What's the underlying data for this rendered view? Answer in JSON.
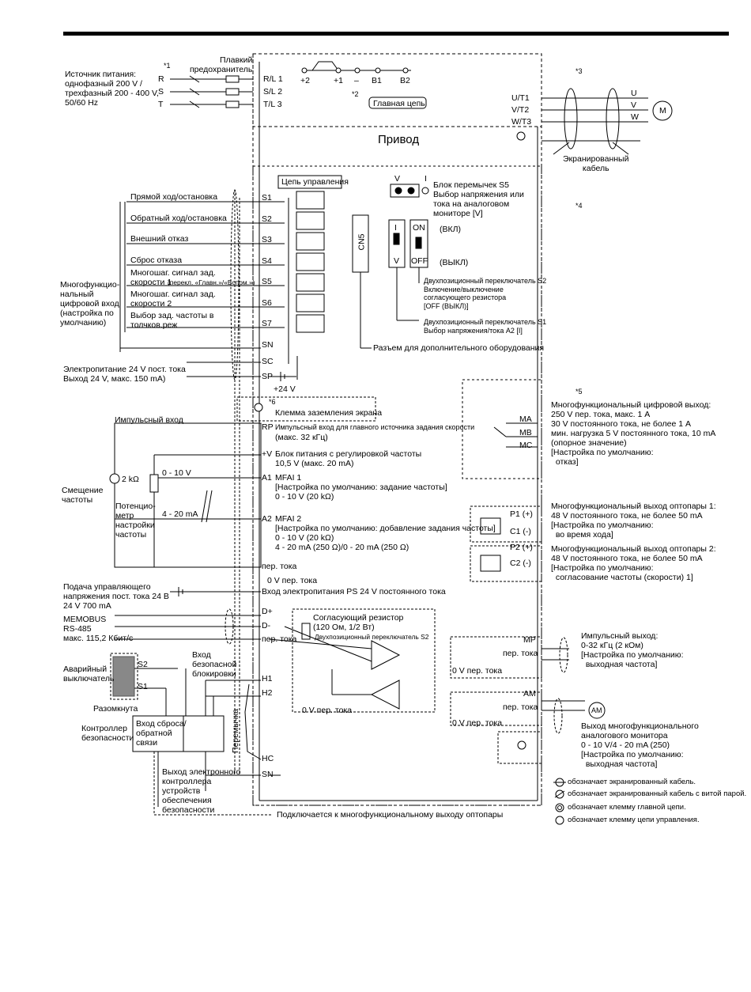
{
  "power": {
    "source_label": "Источник питания:\nоднофазный 200 V /\nтрехфазный 200 - 400 V,\n50/60 Hz",
    "note1": "*1",
    "phases": [
      "R",
      "S",
      "T"
    ],
    "fuse_label": "Плавкий\nпредохранитель",
    "inputs": [
      "R/L 1",
      "S/L 2",
      "T/L 3"
    ],
    "dc_terminals": [
      "+2",
      "+1",
      "–",
      "B1",
      "B2"
    ],
    "note2": "*2",
    "main_circuit": "Главная цепь",
    "note3": "*3",
    "outputs": [
      "U/T1",
      "V/T2",
      "W/T3"
    ],
    "motor_phases": [
      "U",
      "V",
      "W"
    ],
    "motor": "M",
    "shielded_cable": "Экранированный\nкабель"
  },
  "drive_title": "Привод",
  "control": {
    "title": "Цепь управления",
    "note4": "*4",
    "s5_labels": [
      "V",
      "I"
    ],
    "s5_desc": "Блок перемычек S5\nВыбор напряжения или\nтока на аналоговом\nмониторе [V]",
    "cn5": "CN5",
    "sw1_labels": [
      "I",
      "V"
    ],
    "sw2_labels": [
      "ON",
      "OFF"
    ],
    "on_text": "(ВКЛ)",
    "off_text": "(ВЫКЛ)",
    "s2_desc": "Двухпозиционный переключатель S2\nВключение/выключение\nсогласующего резистора\n[OFF (ВЫКЛ)]",
    "s1_desc": "Двухпозиционный переключатель S1\nВыбор напряжения/тока A2 [I]",
    "option_conn": "Разъем для дополнительного оборудования"
  },
  "digital_inputs": {
    "group_label": "Многофункцио-\nнальный\nцифровой вход\n(настройка по\nумолчанию)",
    "items": [
      {
        "label": "Прямой ход/остановка",
        "terminal": "S1"
      },
      {
        "label": "Обратный ход/остановка",
        "terminal": "S2"
      },
      {
        "label": "Внешний отказ",
        "terminal": "S3"
      },
      {
        "label": "Сброс отказа",
        "terminal": "S4"
      },
      {
        "label": "Многошаг. сигнал зад.\nскорости 1",
        "sub": "(перекл. «Главн.»/«Вспом.»)",
        "terminal": "S5"
      },
      {
        "label": "Многошаг. сигнал зад.\nскорости 2",
        "terminal": "S6"
      },
      {
        "label": "Выбор зад. частоты в\nтолчков.реж",
        "terminal": "S7"
      }
    ],
    "sn": "SN",
    "sc": "SC",
    "sp": "SP",
    "supply24": "+24 V",
    "supply_label": "Электропитание 24 V пост. тока\nВыход 24 V, макс. 150 mA)"
  },
  "shield": {
    "note6": "*6",
    "label": "Клемма заземления экрана"
  },
  "analog": {
    "pulse_input": "Импульсный вход",
    "rp": "RP",
    "rp_desc": "Импульсный вход для главного источника задания скорости",
    "rp_max": "(макс. 32 кГц)",
    "pv": "+V",
    "pv_desc": "Блок питания с регулировкой частоты\n10,5 V (макс. 20 mA)",
    "bias": "Смещение\nчастоты",
    "r2k": "2 kΩ",
    "r0_10": "0 - 10 V",
    "pot": "Потенцио-\nметр\nнастройки\nчастоты",
    "r4_20": "4 - 20 mA",
    "a1": "A1",
    "a1_desc": "MFAI 1\n[Настройка по умолчанию: задание частоты]\n0 - 10 V (20 kΩ)",
    "a2": "A2",
    "a2_desc": "MFAI 2\n[Настройка по умолчанию: добавление задания частоты]\n0 - 10 V (20 kΩ)\n4 - 20 mA (250 Ω)/0 - 20 mA (250 Ω)",
    "ac": "пер. тока",
    "zero_v": "0 V пер. тока"
  },
  "ps24": {
    "left": "Подача управляющего\nнапряжения пост. тока 24 В\n24 V 700 mA",
    "right": "Вход электропитания PS 24 V постоянного тока"
  },
  "memobus": {
    "label": "MEMOBUS\nRS-485\nмакс. 115,2 Кбит/с",
    "dplus": "D+",
    "dminus": "D-",
    "ac": "пер. тока",
    "term_res": "Согласующий резистор\n(120 Ом, 1/2 Вт)",
    "term_sw": "Двухпозиционный переключатель S2"
  },
  "safety": {
    "estop": "Аварийный\nвыключатель",
    "s2": "S2",
    "s1": "S1",
    "open": "Разомкнута",
    "input_label": "Вход\nбезопасной\nблокировки",
    "controller": "Контроллер\nбезопасности",
    "reset": "Вход сброса/\nобратной\nсвязи",
    "jumper": "Перемычка",
    "h1": "H1",
    "h2": "H2",
    "zero_v": "0 V пер. тока",
    "hc": "HC",
    "sn": "SN",
    "monitor_out": "Выход электронного\nконтроллера\nустройств\nобеспечения\nбезопасности",
    "connects": "Подключается к многофункциональному выходу оптопары"
  },
  "relay": {
    "note5": "*5",
    "desc": "Многофункциональный цифровой выход:\n250 V пер. тока, макс. 1 A\n30 V постоянного тока, не более 1 A\nмин. нагрузка 5 V постоянного тока, 10 mA\n(опорное значение)\n[Настройка по умолчанию:\n  отказ]",
    "ma": "MA",
    "mb": "MB",
    "mc": "MC"
  },
  "photocoupler": {
    "p1": "P1 (+)",
    "c1": "C1 (-)",
    "p2": "P2 (+)",
    "c2": "C2 (-)",
    "desc1": "Многофункциональный выход оптопары 1:\n48 V постоянного тока, не более 50 mA\n[Настройка по умолчанию:\n  во время хода]",
    "desc2": "Многофункциональный выход оптопары 2:\n48 V постоянного тока, не более 50 mA\n[Настройка по умолчанию:\n  согласование частоты (скорости) 1]"
  },
  "pulse_out": {
    "mp": "MP",
    "ac": "пер. тока",
    "zero_v": "0 V пер. тока",
    "desc": "Импульсный выход:\n0-32 кГц (2 кОм)\n[Настройка по умолчанию:\n  выходная частота]"
  },
  "analog_out": {
    "am": "AM",
    "ac": "пер. тока",
    "zero_v": "0 V пер. тока",
    "meter": "AM",
    "desc": "Выход многофункционального\nаналогового монитора\n0 - 10 V/4 - 20 mA (250)\n[Настройка по умолчанию:\n  выходная частота]"
  },
  "legend": [
    "обозначает экранированный кабель.",
    "обозначает экранированный кабель с витой парой.",
    "обозначает клемму главной цепи.",
    "обозначает клемму цепи управления."
  ]
}
